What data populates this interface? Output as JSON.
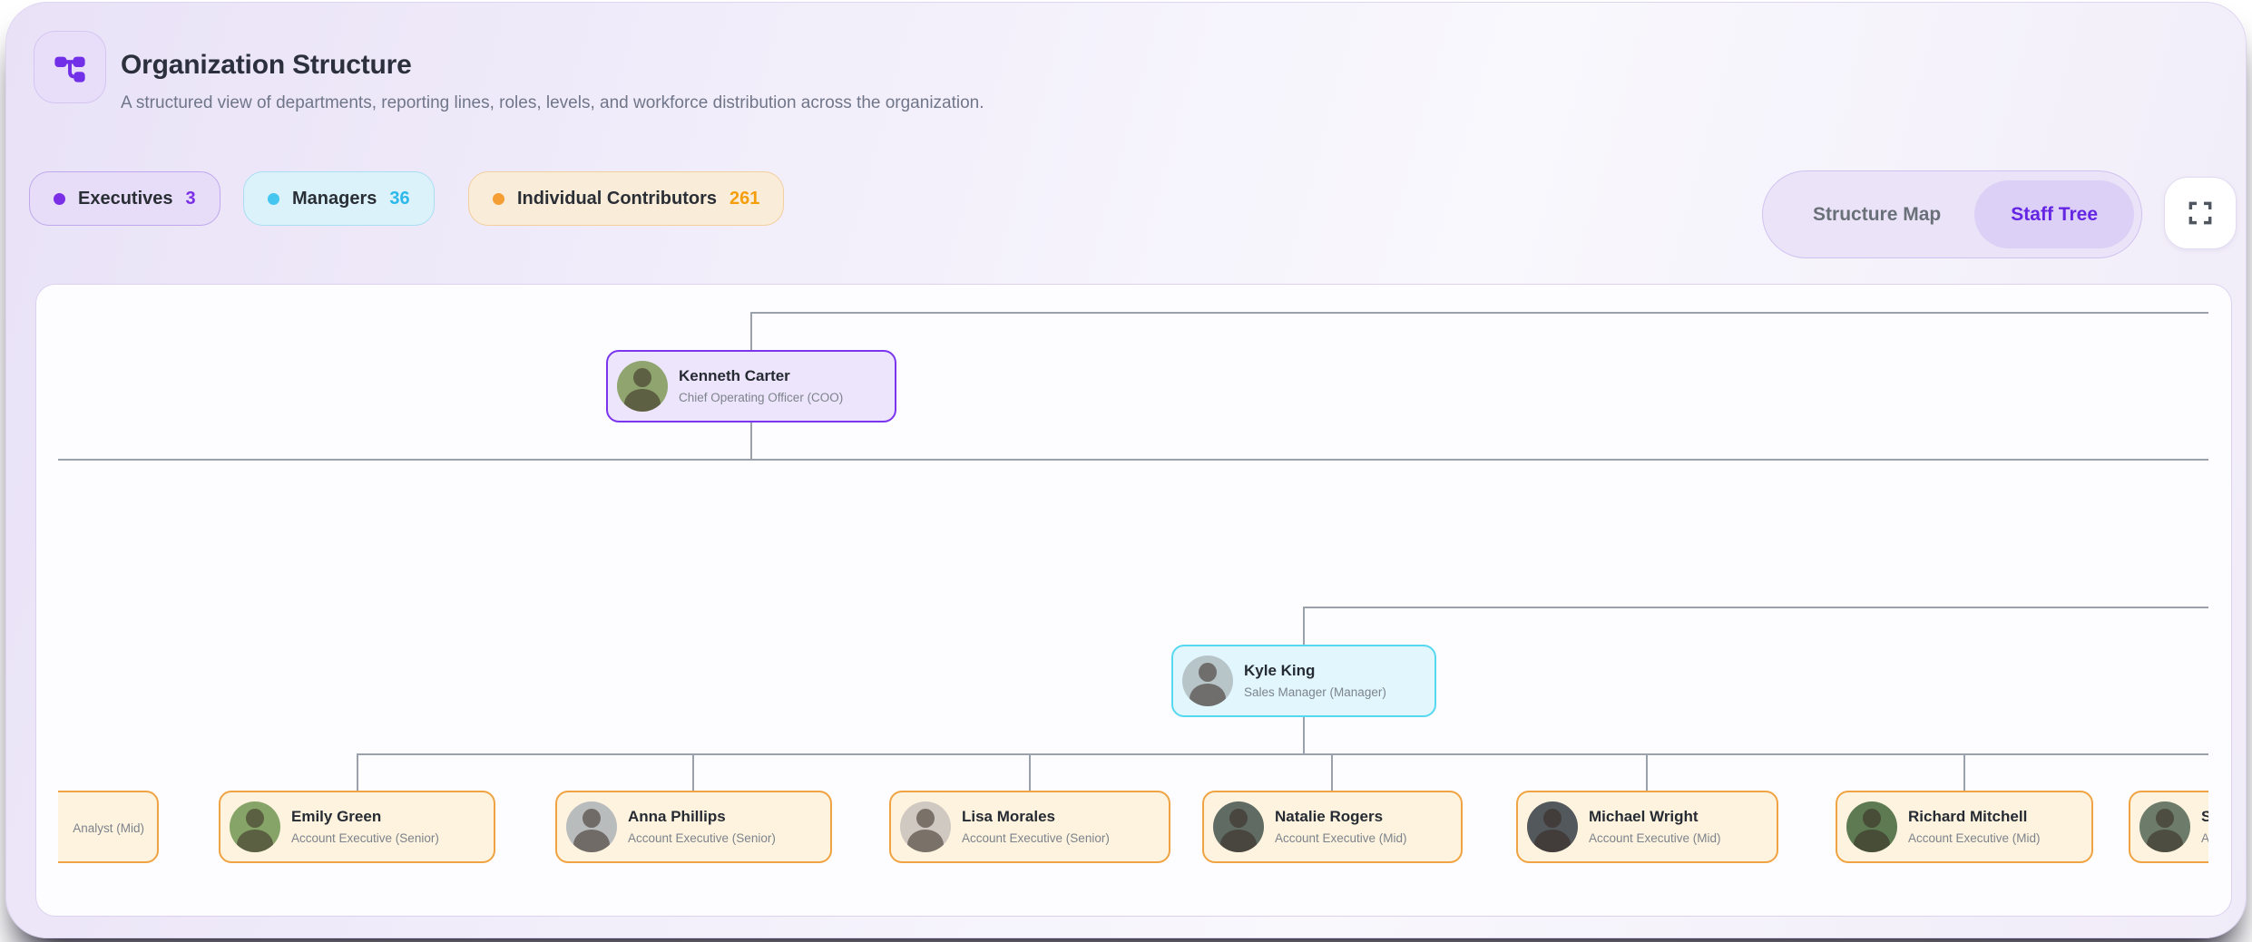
{
  "header": {
    "icon": "org-hierarchy-icon",
    "title": "Organization Structure",
    "subtitle": "A structured view of departments, reporting lines, roles, levels, and workforce distribution across the organization."
  },
  "legend": {
    "items": [
      {
        "label": "Executives",
        "count": "3",
        "dot_color": "#7a2ee6",
        "count_color": "#7a2ee6",
        "bg": "#e7ddf8",
        "border": "#bfa8ec"
      },
      {
        "label": "Managers",
        "count": "36",
        "dot_color": "#45c6f0",
        "count_color": "#2cb9ea",
        "bg": "#dbf2fb",
        "border": "#aadef2"
      },
      {
        "label": "Individual Contributors",
        "count": "261",
        "dot_color": "#f59e33",
        "count_color": "#f59e0b",
        "bg": "#f9ecd9",
        "border": "#f2cf9d"
      }
    ]
  },
  "toolbar": {
    "view_toggle": {
      "inactive_label": "Structure Map",
      "active_label": "Staff Tree"
    },
    "fullscreen_icon": "maximize-icon"
  },
  "tree": {
    "line_color": "#9aa1ab",
    "node_colors": {
      "executive": {
        "border": "#7c35ee",
        "bg": "#ece5fb"
      },
      "manager": {
        "border": "#55d8f0",
        "bg": "#e1f7fd"
      },
      "contributor": {
        "border": "#f0a342",
        "bg": "#fdf3de"
      }
    },
    "executive": {
      "name": "Kenneth Carter",
      "role": "Chief Operating Officer (COO)",
      "avatar_color": "#8fa46e"
    },
    "manager": {
      "name": "Kyle King",
      "role": "Sales Manager (Manager)",
      "avatar_color": "#b7c4c8"
    },
    "contributors": [
      {
        "name": "",
        "role": "Analyst (Mid)",
        "clipped": "left",
        "avatar_color": "#c0b39f"
      },
      {
        "name": "Emily Green",
        "role": "Account Executive (Senior)",
        "avatar_color": "#87a468"
      },
      {
        "name": "Anna Phillips",
        "role": "Account Executive (Senior)",
        "avatar_color": "#b9bcbd"
      },
      {
        "name": "Lisa Morales",
        "role": "Account Executive (Senior)",
        "avatar_color": "#cfc9c2"
      },
      {
        "name": "Natalie Rogers",
        "role": "Account Executive (Mid)",
        "avatar_color": "#5f6b63"
      },
      {
        "name": "Michael Wright",
        "role": "Account Executive (Mid)",
        "avatar_color": "#53585c"
      },
      {
        "name": "Richard Mitchell",
        "role": "Account Executive (Mid)",
        "avatar_color": "#5d7a52"
      },
      {
        "name": "S",
        "role": "A",
        "clipped": "right",
        "avatar_color": "#6d7b6a"
      }
    ]
  }
}
